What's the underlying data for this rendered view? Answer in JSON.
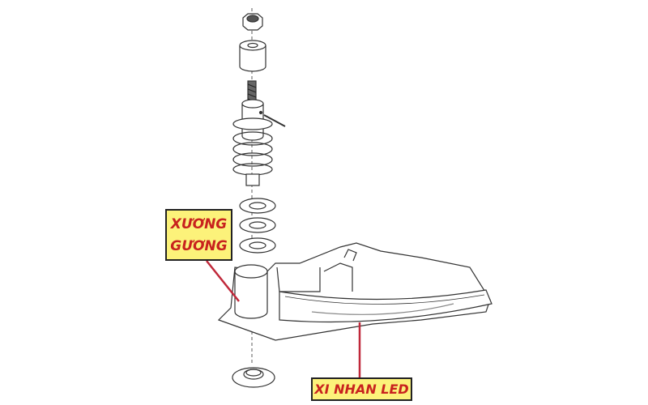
{
  "labels": {
    "mirror_bracket": {
      "line1": "XƯƠNG",
      "line2": "GƯƠNG"
    },
    "led_turn_signal": {
      "text": "XI NHAN LED"
    }
  },
  "colors": {
    "label_fill": "#fcf27a",
    "label_text": "#c8221e",
    "leader_line": "#c0283a",
    "line_art": "#333333"
  },
  "parts": [
    "nut",
    "bushing",
    "threaded-shaft",
    "pivot-housing",
    "coil-spring",
    "washer",
    "washer",
    "washer",
    "mirror-bracket-base",
    "led-turn-signal",
    "bottom-collar"
  ]
}
